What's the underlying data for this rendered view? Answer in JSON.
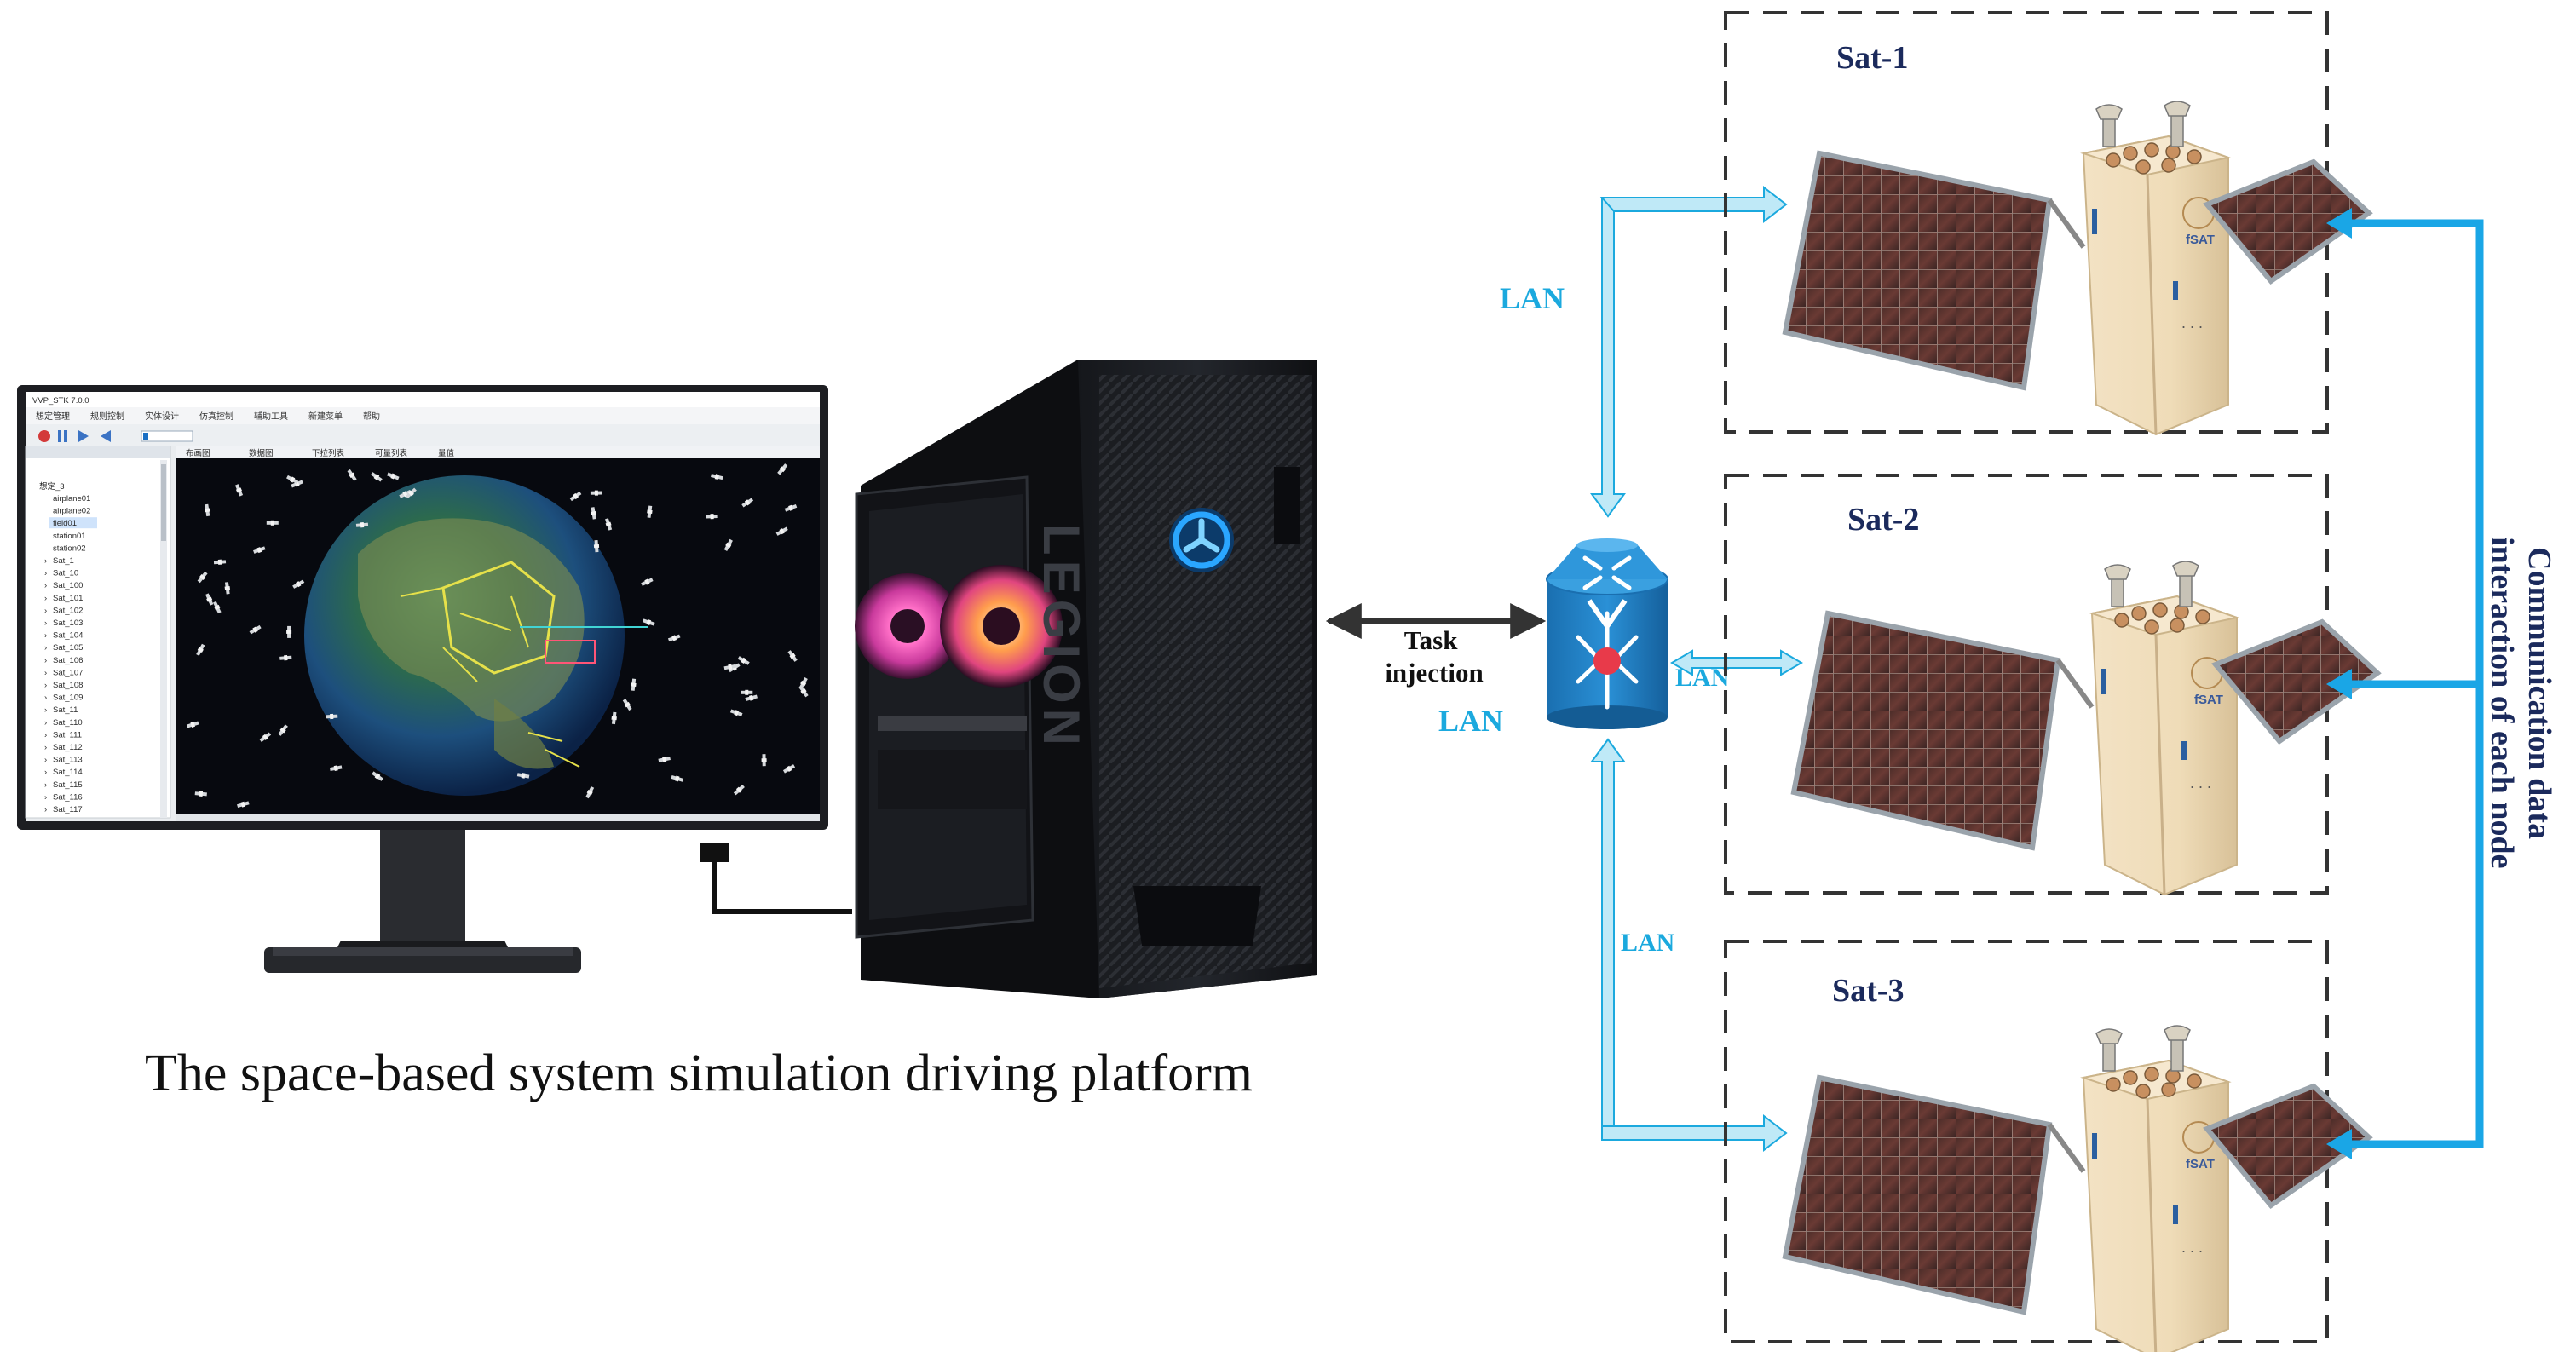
{
  "caption": "The space-based system simulation driving platform",
  "software": {
    "window_title": "VVP_STK 7.0.0",
    "menu_items": [
      "想定管理",
      "规则控制",
      "实体设计",
      "仿真控制",
      "辅助工具",
      "新建菜单",
      "帮助"
    ],
    "tool_tabs": [
      "布画图",
      "数据图",
      "下拉列表",
      "可量列表",
      "量值"
    ],
    "tree_root": "想定_3",
    "tree_items": [
      "airplane01",
      "airplane02",
      "field01",
      "station01",
      "station02",
      "Sat_1",
      "Sat_10",
      "Sat_100",
      "Sat_101",
      "Sat_102",
      "Sat_103",
      "Sat_104",
      "Sat_105",
      "Sat_106",
      "Sat_107",
      "Sat_108",
      "Sat_109",
      "Sat_11",
      "Sat_110",
      "Sat_111",
      "Sat_112",
      "Sat_113",
      "Sat_114",
      "Sat_115",
      "Sat_116",
      "Sat_117"
    ],
    "selected_item": "field01"
  },
  "links": {
    "task_injection": "Task\ninjection",
    "lan_main": "LAN",
    "lan_top": "LAN",
    "lan_mid": "LAN",
    "lan_bottom": "LAN"
  },
  "satellites": [
    {
      "label": "Sat-1"
    },
    {
      "label": "Sat-2"
    },
    {
      "label": "Sat-3"
    }
  ],
  "side_label": [
    "Communication data",
    "interaction of each node"
  ],
  "colors": {
    "lan_blue": "#1ba9de",
    "arrow_light": "#bfe9f7",
    "sat_label": "#1b2a5c",
    "switch_blue": "#1f7fc0",
    "comm_arrow": "#1aa6e6"
  }
}
